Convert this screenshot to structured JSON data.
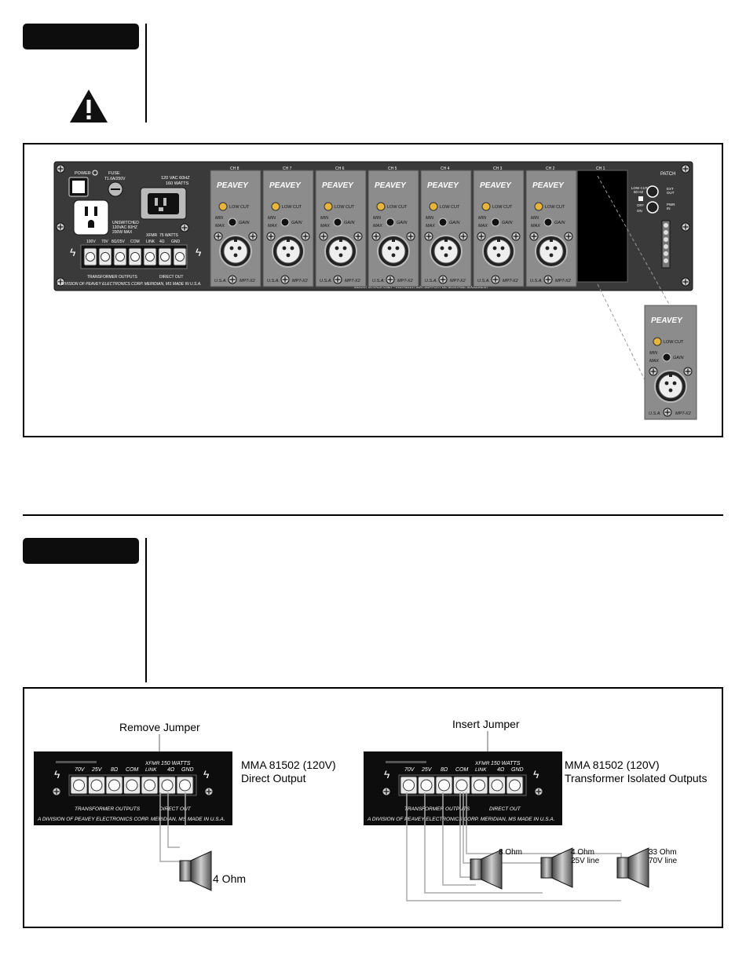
{
  "colors": {
    "panel": "#3a3a3a",
    "module": "#8c8c8c",
    "frame": "#000000",
    "knob_yellow": "#e6b53a"
  },
  "icons": [
    "warning-triangle-icon",
    "rack-screw-icon",
    "xlr-connector-icon",
    "speaker-icon",
    "lightning-icon"
  ],
  "rear_panel": {
    "power_label": "POWER",
    "fuse_label": "FUSE",
    "fuse_value": "T1.6A/250V",
    "ac_rating_line1": "120 VAC 60HZ",
    "ac_rating_line2": "160 WATTS",
    "outlet_line1": "UNSWITCHED",
    "outlet_line2": "120VAC 60HZ",
    "outlet_line3": "200W MAX",
    "terminal_labels": [
      "100V",
      "70V",
      "8Ω/25V",
      "COM"
    ],
    "xfmr_label_1": "XFMR",
    "xfmr_label_2": "LINK",
    "watts_label": "75 WATTS",
    "ohm_label": "4Ω",
    "gnd_label": "GND",
    "transformer_outputs": "TRANSFORMER OUTPUTS",
    "direct_out": "DIRECT OUT",
    "division_text": "A DIVISION OF PEAVEY ELECTRONICS CORP.   MERIDIAN, MS   MADE IN U.S.A.",
    "rack_note": "MOUNT IN RACK ONLY - INSTALLER SUR SUPPORT DE MONTAGE SEULEMENT",
    "brand": "PEAVEY",
    "module_low_cut": "LOW CUT",
    "module_min": "MIN",
    "module_max": "MAX",
    "module_gain": "GAIN",
    "module_usa": "U.S.A.",
    "module_model": "MPT-X2",
    "channels": [
      "CH 8",
      "CH 7",
      "CH 6",
      "CH 5",
      "CH 4",
      "CH 3",
      "CH 2"
    ],
    "ch1_label": "CH 1",
    "patch_label": "PATCH",
    "ext_out_1": "EXT",
    "ext_out_2": "OUT",
    "pwr_in_1": "PWR",
    "pwr_in_2": "IN",
    "low_cut_1": "LOW CUT",
    "low_cut_2": "60 HZ",
    "off_label": "OFF",
    "on_label": "ON"
  },
  "output_diagrams": {
    "left": {
      "jumper_label": "Remove Jumper",
      "model": "MMA 81502 (120V)",
      "mode": "Direct Output",
      "terminals": [
        "70V",
        "25V",
        "8Ω",
        "COM"
      ],
      "xfmr_1": "XFMR",
      "xfmr_2": "LINK",
      "watts": "150 WATTS",
      "ohm": "4Ω",
      "gnd": "GND",
      "transformer_outputs": "TRANSFORMER OUTPUTS",
      "direct_out": "DIRECT OUT",
      "division_text": "A DIVISION OF PEAVEY ELECTRONICS CORP.  MERIDIAN, MS  MADE IN U.S.A.",
      "speaker_label": "4 Ohm"
    },
    "right": {
      "jumper_label": "Insert Jumper",
      "model": "MMA 81502 (120V)",
      "mode": "Transformer Isolated Outputs",
      "terminals": [
        "70V",
        "25V",
        "8Ω",
        "COM"
      ],
      "xfmr_1": "XFMR",
      "xfmr_2": "LINK",
      "watts": "150 WATTS",
      "ohm": "4Ω",
      "gnd": "GND",
      "transformer_outputs": "TRANSFORMER OUTPUTS",
      "direct_out": "DIRECT OUT",
      "division_text": "A DIVISION OF PEAVEY ELECTRONICS CORP.  MERIDIAN, MS  MADE IN U.S.A.",
      "speaker_1": "8 Ohm",
      "speaker_2_line1": "4 Ohm",
      "speaker_2_line2": "25V line",
      "speaker_3_line1": "33 Ohm",
      "speaker_3_line2": "70V line"
    }
  }
}
